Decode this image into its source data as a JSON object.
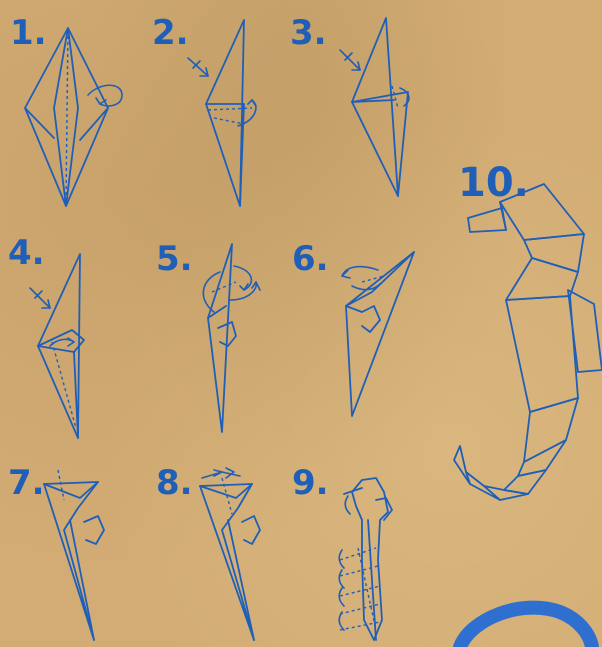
{
  "steps": [
    {
      "label": "1."
    },
    {
      "label": "2."
    },
    {
      "label": "3."
    },
    {
      "label": "4."
    },
    {
      "label": "5."
    },
    {
      "label": "6."
    },
    {
      "label": "7."
    },
    {
      "label": "8."
    },
    {
      "label": "9."
    },
    {
      "label": "10."
    }
  ],
  "colors": {
    "line": "#1f5fb8",
    "paper": "#d2ac74"
  }
}
